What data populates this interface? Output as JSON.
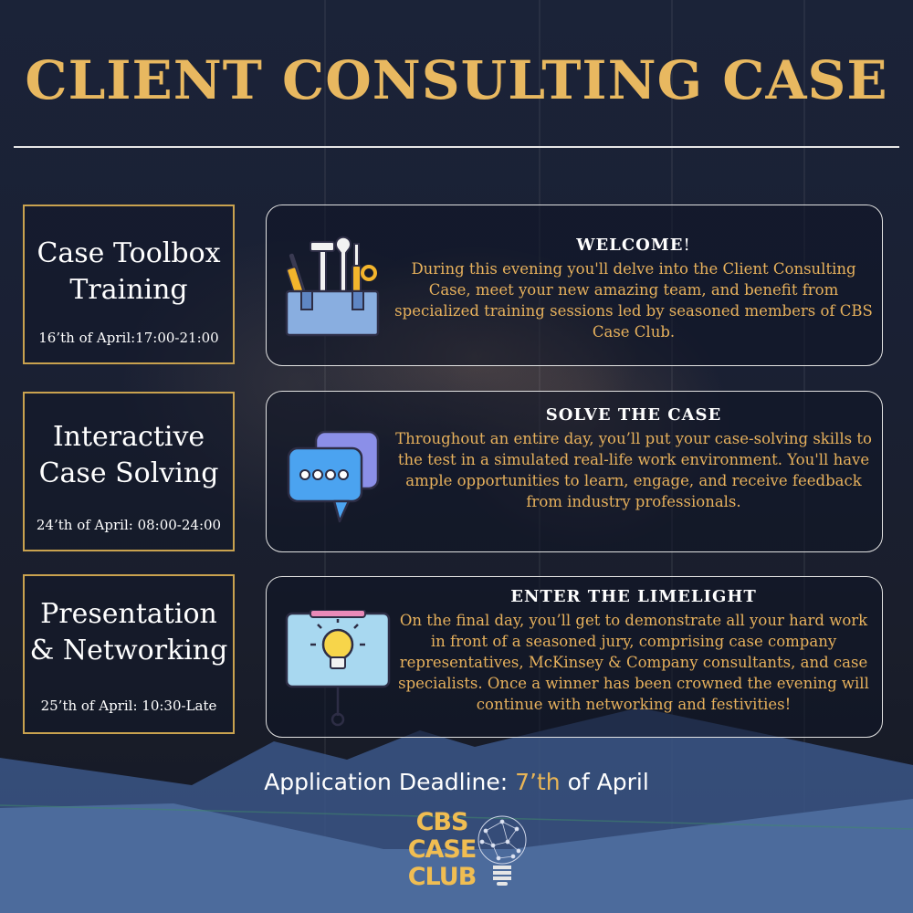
{
  "title": "CLIENT CONSULTING CASE",
  "events": [
    {
      "left_title_line1": "Case Toolbox",
      "left_title_line2": "Training",
      "date": "16’th of April:17:00-21:00",
      "icon": "toolbox-icon",
      "heading": "WELCOME",
      "heading_suffix": "!",
      "body": "During this evening you'll delve into the Client Consulting Case, meet your new amazing team, and benefit from specialized training sessions led by seasoned members of CBS Case Club."
    },
    {
      "left_title_line1": "Interactive",
      "left_title_line2": "Case Solving",
      "date": "24’th of April: 08:00-24:00",
      "icon": "chat-bubbles-icon",
      "heading": "SOLVE THE CASE",
      "heading_suffix": "",
      "body": "Throughout an entire day, you’ll put your case-solving skills to the test in a simulated real-life work environment. You'll have ample opportunities to learn, engage, and receive feedback from industry professionals."
    },
    {
      "left_title_line1": "Presentation",
      "left_title_line2": "& Networking",
      "date": "25’th of April: 10:30-Late",
      "icon": "presentation-lightbulb-icon",
      "heading": "ENTER THE LIMELIGHT",
      "heading_suffix": "",
      "body": "On the final day, you’ll get to demonstrate all your hard work in front of a seasoned jury, comprising case company representatives, McKinsey & Company consultants, and case specialists.  Once a winner has been crowned the evening will continue with networking and festivities!"
    }
  ],
  "deadline": {
    "label": "Application Deadline:",
    "date_highlight": "7’th",
    "date_rest": "of April"
  },
  "logo": {
    "line1": "CBS",
    "line2": "CASE",
    "line3": "CLUB",
    "icon": "brain-lightbulb-icon"
  },
  "colors": {
    "gold": "#e8b860",
    "body_text": "#e7b15c",
    "background": "#1a2033",
    "mountain": "#4f6d9c"
  }
}
